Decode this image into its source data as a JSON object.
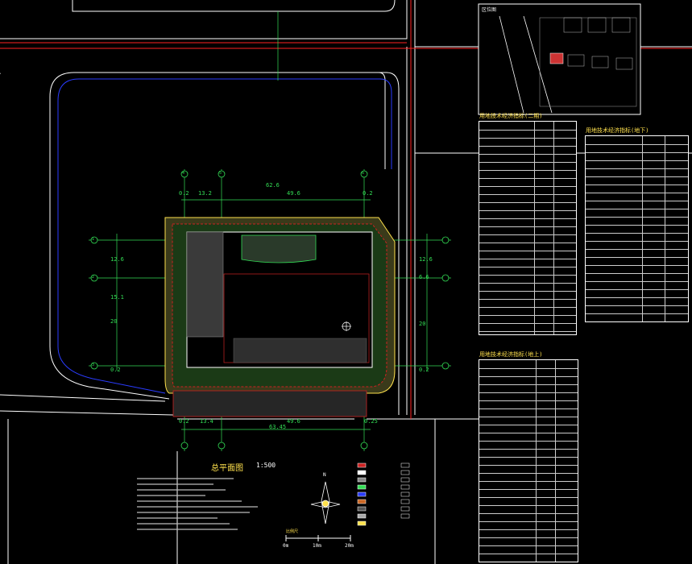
{
  "colors": {
    "background": "#000000",
    "road": "#ffffff",
    "curb": "#2a3cff",
    "axis": "#ff2222",
    "green": "#33dd55",
    "dim": "#33dd55",
    "hatch": "#cc2222",
    "site": "#ffe14d",
    "text": "#ffffff"
  },
  "drawing": {
    "dims_top": [
      "0.2",
      "13.2",
      "49.6",
      "0.2"
    ],
    "dim_top_total": "62.6",
    "dims_bottom": [
      "0.2",
      "13.4",
      "49.6",
      "0.25"
    ],
    "dim_bottom_total": "63.45",
    "dims_left": [
      "12.6",
      "15.1",
      "20",
      "0.2"
    ],
    "dims_right": [
      "12.6",
      "6.6",
      "20",
      "0.2"
    ],
    "axis_markers": [
      "4",
      "5",
      "6",
      "1",
      "2",
      "3"
    ]
  },
  "location_map": {
    "title": "区位图"
  },
  "plan": {
    "title": "总平面图",
    "scale": "1:500"
  },
  "scale_bar": {
    "label": "比例尺",
    "ticks": [
      "0m",
      "10m",
      "20m"
    ]
  },
  "north_arrow": {
    "label": "N"
  },
  "table1": {
    "title": "用地技术经济指标(二期)"
  },
  "table2": {
    "title": "用地技术经济指标(地下)"
  },
  "table3": {
    "title": "用地技术经济指标(地上)"
  }
}
